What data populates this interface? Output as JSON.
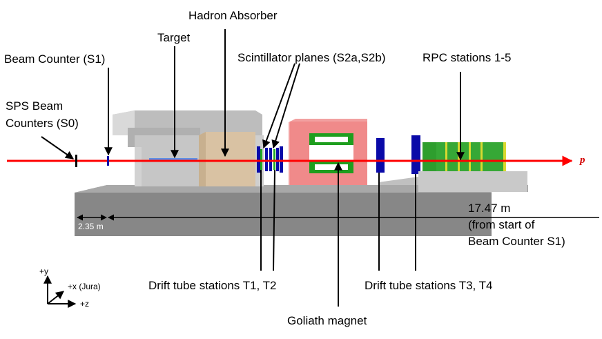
{
  "labels": {
    "hadron_absorber": "Hadron Absorber",
    "target": "Target",
    "beam_counter_s1": "Beam Counter (S1)",
    "scintillator_planes": "Scintillator planes (S2a,S2b)",
    "rpc_stations": "RPC stations 1-5",
    "sps_beam_counters": "SPS Beam\nCounters (S0)",
    "proton": "p",
    "dist_short": "2.35 m",
    "dist_long": "17.47 m\n(from start of\nBeam Counter S1)",
    "drift_t1_t2": "Drift tube stations T1, T2",
    "drift_t3_t4": "Drift tube stations T3, T4",
    "goliath": "Goliath magnet"
  },
  "axes": {
    "y": "+y",
    "x": "+x (Jura)",
    "z": "+z"
  },
  "colors": {
    "beam": "#ff0000",
    "floor": "#8c8c8c",
    "absorber": "#d9c4a6",
    "magnet": "#f08080",
    "magnet_coil": "#1f9e1f",
    "drift_tube": "#0a0aa8",
    "rpc": "#2fa82f"
  }
}
